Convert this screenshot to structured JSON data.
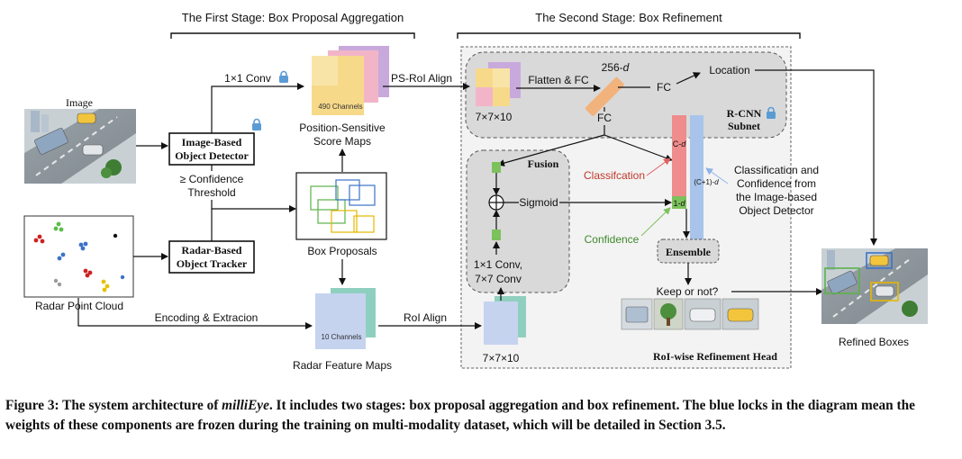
{
  "stages": {
    "first": "The First Stage: Box Proposal Aggregation",
    "second": "The Second Stage: Box Refinement"
  },
  "inputs": {
    "image_label": "Image",
    "radar_label": "Radar Point Cloud"
  },
  "blocks": {
    "image_detector": [
      "Image-Based",
      "Object Detector"
    ],
    "radar_tracker": [
      "Radar-Based",
      "Object Tracker"
    ],
    "confidence_threshold": [
      "≥ Confidence",
      "Threshold"
    ],
    "box_proposals": "Box Proposals",
    "ps_maps": [
      "Position-Sensitive",
      "Score Maps"
    ],
    "ps_channels": "490 Channels",
    "radar_maps": "Radar Feature Maps",
    "radar_channels": "10 Channels",
    "refined_boxes": "Refined Boxes"
  },
  "edges": {
    "conv1x1": "1×1 Conv",
    "ps_roi_align": "PS-RoI Align",
    "encoding": "Encoding & Extracion",
    "roi_align": "RoI Align"
  },
  "rcnn": {
    "dim_7x7x10_top": "7×7×10",
    "flatten_fc": "Flatten & FC",
    "dim_256": "256-",
    "d": "d",
    "fc_right": "FC",
    "fc_bottom": "FC",
    "location": "Location",
    "subnet": [
      "R-CNN",
      "Subnet"
    ]
  },
  "head": {
    "fusion": "Fusion",
    "sigmoid": "Sigmoid",
    "conv_stack": [
      "1×1 Conv,",
      "7×7 Conv"
    ],
    "dim_7x7x10_bottom": "7×7×10",
    "classification": "Classifcation",
    "confidence": "Confidence",
    "c_d": "C-",
    "c1_d": "(C+1)-",
    "one_d": "1-",
    "from_detector": [
      "Classification and",
      "Confidence from",
      "the Image-based",
      "Object Detector"
    ],
    "ensemble": "Ensemble",
    "keep": "Keep or not?",
    "title": "RoI-wise Refinement Head"
  },
  "caption": {
    "prefix": "Figure 3: The system architecture of ",
    "name": "milliEye",
    "rest": ". It includes two stages: box proposal aggregation and box refinement. The blue locks in the diagram mean the weights of these components are frozen during the training on multi-modality dataset, which will be detailed in Section 3.5."
  },
  "colors": {
    "lock": "#5b9bd5",
    "classification": "#e06060",
    "confidence_green": "#7dc15c",
    "blue_bar": "#a9c4ea",
    "salmon_bar": "#ef8c8c",
    "ps_yellow": "#f7d98a",
    "ps_pink": "#f2b5c8",
    "ps_purple": "#c8a9dc",
    "radar_blue": "#c5d3ef",
    "radar_green": "#8fcfbf"
  }
}
